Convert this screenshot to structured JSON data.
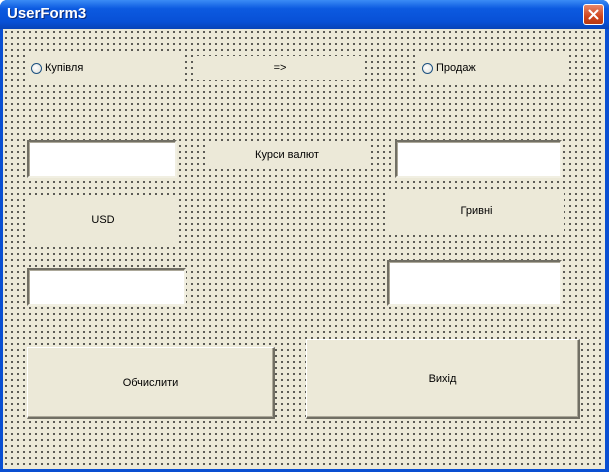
{
  "window": {
    "title": "UserForm3"
  },
  "form": {
    "radio_buy": {
      "label": "Купівля",
      "checked": false
    },
    "arrow_label": "=>",
    "radio_sell": {
      "label": "Продаж",
      "checked": false
    },
    "rates_label": "Курси валют",
    "usd_label": "USD",
    "uah_label": "Гривні",
    "fields": {
      "rate_left": {
        "value": ""
      },
      "rate_right": {
        "value": ""
      },
      "usd_amount": {
        "value": ""
      },
      "uah_amount": {
        "value": ""
      }
    },
    "calculate_button": "Обчислити",
    "exit_button": "Вихід"
  },
  "colors": {
    "form_background": "#ece9d8",
    "title_bar": "#0a4fd1",
    "close_button": "#d0461e"
  }
}
